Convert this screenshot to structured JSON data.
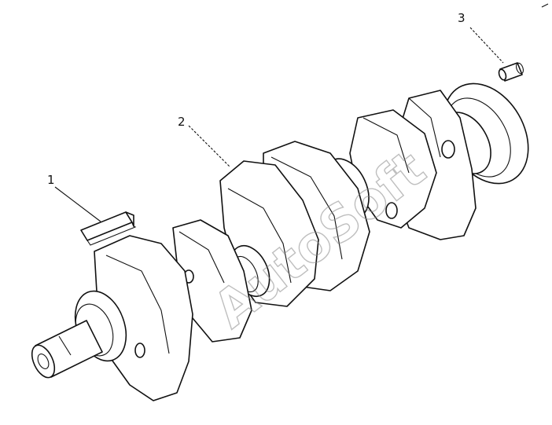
{
  "callouts": [
    {
      "id": "1",
      "text": "1"
    },
    {
      "id": "2",
      "text": "2"
    },
    {
      "id": "3",
      "text": "3"
    }
  ],
  "watermark": "AutoSoft",
  "colors": {
    "line": "#111111",
    "background": "#ffffff",
    "watermark": "#8a8a8a"
  }
}
